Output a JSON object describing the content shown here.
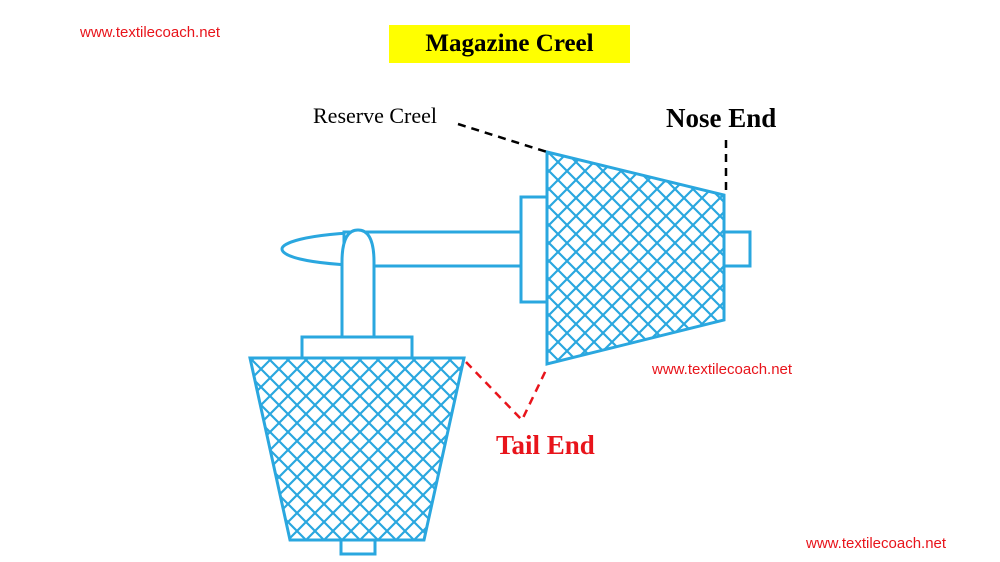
{
  "title": "Magazine Creel",
  "watermarks": [
    "www.textilecoach.net",
    "www.textilecoach.net",
    "www.textilecoach.net"
  ],
  "labels": {
    "reserve_creel": "Reserve Creel",
    "nose_end": "Nose End",
    "tail_end": "Tail End"
  },
  "colors": {
    "package_outline": "#2aa7df",
    "title_background": "#ffff00",
    "tail_end": "#e8141b",
    "watermark": "#e8141b",
    "leader_lines": "#000000"
  }
}
